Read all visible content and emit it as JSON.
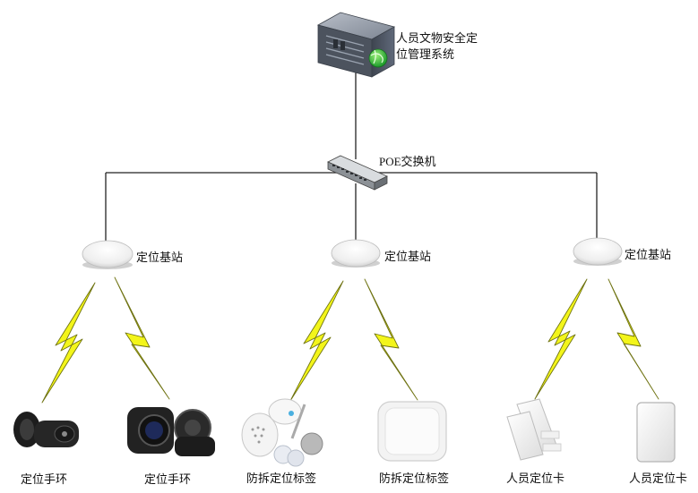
{
  "server": {
    "label_line1": "人员文物安全定",
    "label_line2": "位管理系统",
    "icon": "server-icon"
  },
  "switch": {
    "label": "POE交换机",
    "icon": "network-switch-icon"
  },
  "base_stations": [
    {
      "label": "定位基站"
    },
    {
      "label": "定位基站"
    },
    {
      "label": "定位基站"
    }
  ],
  "devices": [
    {
      "label": "定位手环",
      "icon": "wristband-icon"
    },
    {
      "label": "定位手环",
      "icon": "wristband-icon"
    },
    {
      "label": "防拆定位标签",
      "icon": "tamper-tag-icon"
    },
    {
      "label": "防拆定位标签",
      "icon": "tag-icon"
    },
    {
      "label": "人员定位卡",
      "icon": "card-stack-icon"
    },
    {
      "label": "人员定位卡",
      "icon": "card-icon"
    }
  ],
  "colors": {
    "line": "#222222",
    "lightning": "#f3f51a",
    "lightning_outline": "#6f7312",
    "server_body": "#5a6270",
    "globe": "#2ec43a"
  }
}
